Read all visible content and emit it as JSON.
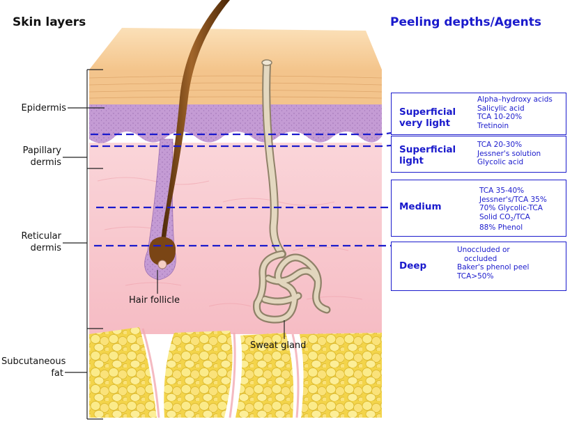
{
  "headers": {
    "skin_layers": "Skin layers",
    "peeling": "Peeling depths/Agents"
  },
  "layers": {
    "epidermis": "Epidermis",
    "papillary_1": "Papillary",
    "papillary_2": "dermis",
    "reticular_1": "Reticular",
    "reticular_2": "dermis",
    "subcut_1": "Subcutaneous",
    "subcut_2": "fat"
  },
  "structures": {
    "hair_follicle": "Hair follicle",
    "sweat_gland": "Sweat gland"
  },
  "peels": {
    "superficial_very_light": {
      "name_1": "Superficial",
      "name_2": "very light",
      "agents": [
        "Alpha–hydroxy acids",
        "Salicylic acid",
        "TCA 10-20%",
        "Tretinoin"
      ]
    },
    "superficial_light": {
      "name_1": "Superficial",
      "name_2": "light",
      "agents": [
        "TCA 20-30%",
        "Jessner's solution",
        "Glycolic acid"
      ]
    },
    "medium": {
      "name": "Medium",
      "agents": [
        "TCA 35-40%",
        "Jessner's/TCA 35%",
        "70% Glycolic-TCA"
      ],
      "co2_prefix": "Solid CO",
      "co2_sub": "2",
      "co2_suffix": "/TCA",
      "last": "88% Phenol"
    },
    "deep": {
      "name": "Deep",
      "agents_1": "Unoccluded or",
      "agents_2": "occluded",
      "agents_3": "Baker's phenol peel",
      "agents_4": "TCA>50%"
    }
  },
  "colors": {
    "dashed_line": "#1a1acc",
    "box_border": "#1a1acc",
    "epidermis_top": "#f3c98f",
    "epidermis_purple": "#c59ad3",
    "dermis_pink": "#f8c7cd",
    "fat_yellow": "#f6dd5a",
    "hair_brown": "#6b3d12",
    "gland_beige": "#cdbfa4"
  }
}
